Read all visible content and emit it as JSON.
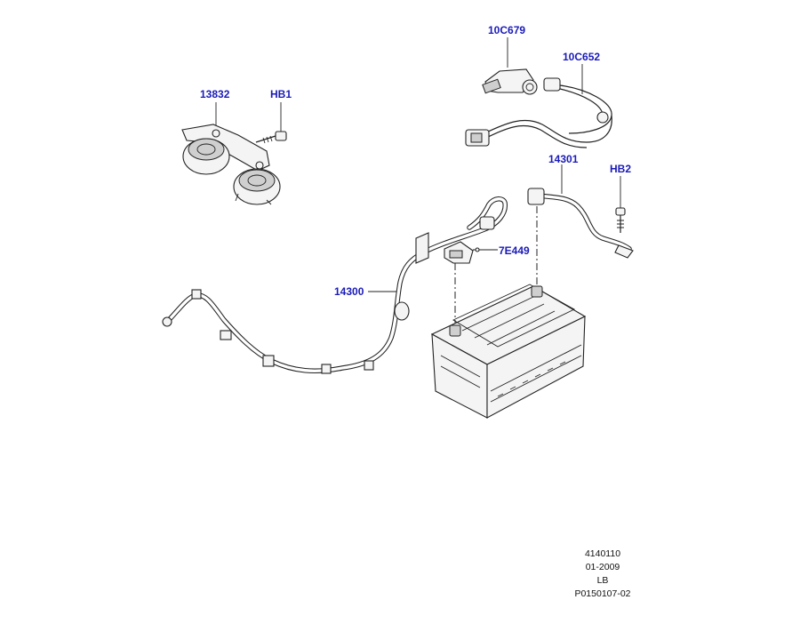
{
  "callouts": [
    {
      "id": "10C679",
      "label": "10C679"
    },
    {
      "id": "10C652",
      "label": "10C652"
    },
    {
      "id": "13832",
      "label": "13832"
    },
    {
      "id": "HB1",
      "label": "HB1"
    },
    {
      "id": "14301",
      "label": "14301"
    },
    {
      "id": "HB2",
      "label": "HB2"
    },
    {
      "id": "7E449",
      "label": "7E449"
    },
    {
      "id": "14300",
      "label": "14300"
    }
  ],
  "footer": {
    "line1": "4140110",
    "line2": "01-2009",
    "line3": "LB",
    "line4": "P0150107-02"
  },
  "colors": {
    "callout_text": "#1a1ab8",
    "line_art": "#222222",
    "background": "#ffffff"
  }
}
